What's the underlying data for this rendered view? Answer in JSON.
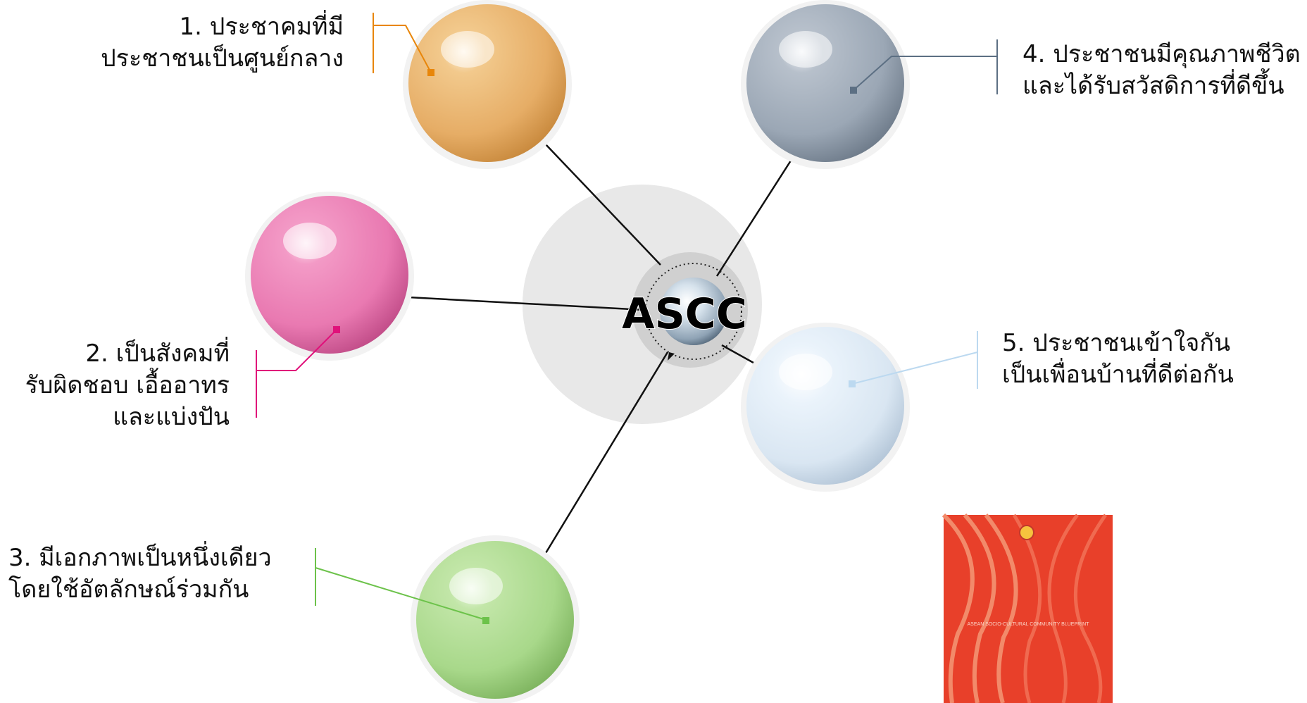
{
  "diagram": {
    "center_label": "ASCC",
    "goals": [
      {
        "id": "goal-1",
        "lines": [
          "1. ประชาคมที่มี",
          "ประชาชนเป็นศูนย์กลาง"
        ],
        "color": "#e8b06a",
        "accent": "#e8860a"
      },
      {
        "id": "goal-2",
        "lines": [
          "2. เป็นสังคมที่",
          "รับผิดชอบ เอื้ออาทร",
          "และแบ่งปัน"
        ],
        "color": "#e878b0",
        "accent": "#e0117a"
      },
      {
        "id": "goal-3",
        "lines": [
          "3. มีเอกภาพเป็นหนึ่งเดียว",
          "โดยใช้อัตลักษณ์ร่วมกัน"
        ],
        "color": "#a9d98c",
        "accent": "#6cc24a"
      },
      {
        "id": "goal-4",
        "lines": [
          "4. ประชาชนมีคุณภาพชีวิต",
          "และได้รับสวัสดิการที่ดีขึ้น"
        ],
        "color": "#9aa6b4",
        "accent": "#5c6f83"
      },
      {
        "id": "goal-5",
        "lines": [
          "5. ประชาชนเข้าใจกัน",
          "เป็นเพื่อนบ้านที่ดีต่อกัน"
        ],
        "color": "#dce9f5",
        "accent": "#bcd9f0"
      }
    ],
    "cover": {
      "title": "ASEAN SOCIO-CULTURAL COMMUNITY BLUEPRINT",
      "color": "#e8402a"
    }
  }
}
